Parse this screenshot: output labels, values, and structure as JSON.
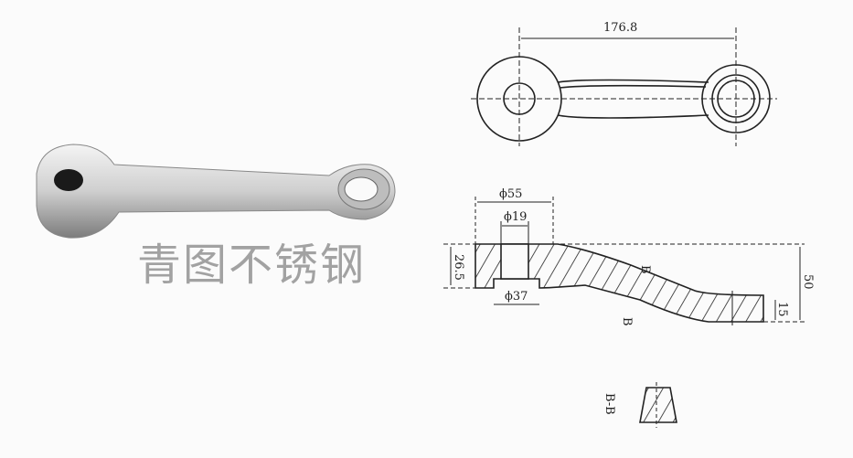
{
  "watermark": "青图不锈钢",
  "top_view": {
    "length_label": "176.8"
  },
  "side_view": {
    "outer_diameter_label": "ϕ55",
    "hole_diameter_label": "ϕ19",
    "counterbore_diameter_label": "ϕ37",
    "hub_height_label": "26.5",
    "total_height_label": "50",
    "ring_height_label": "15",
    "section_mark_top": "B",
    "section_mark_bottom": "B"
  },
  "section": {
    "label": "B-B"
  },
  "colors": {
    "line": "#222222",
    "metal_light": "#eeeeee",
    "metal_dark": "#8a8a8a"
  }
}
